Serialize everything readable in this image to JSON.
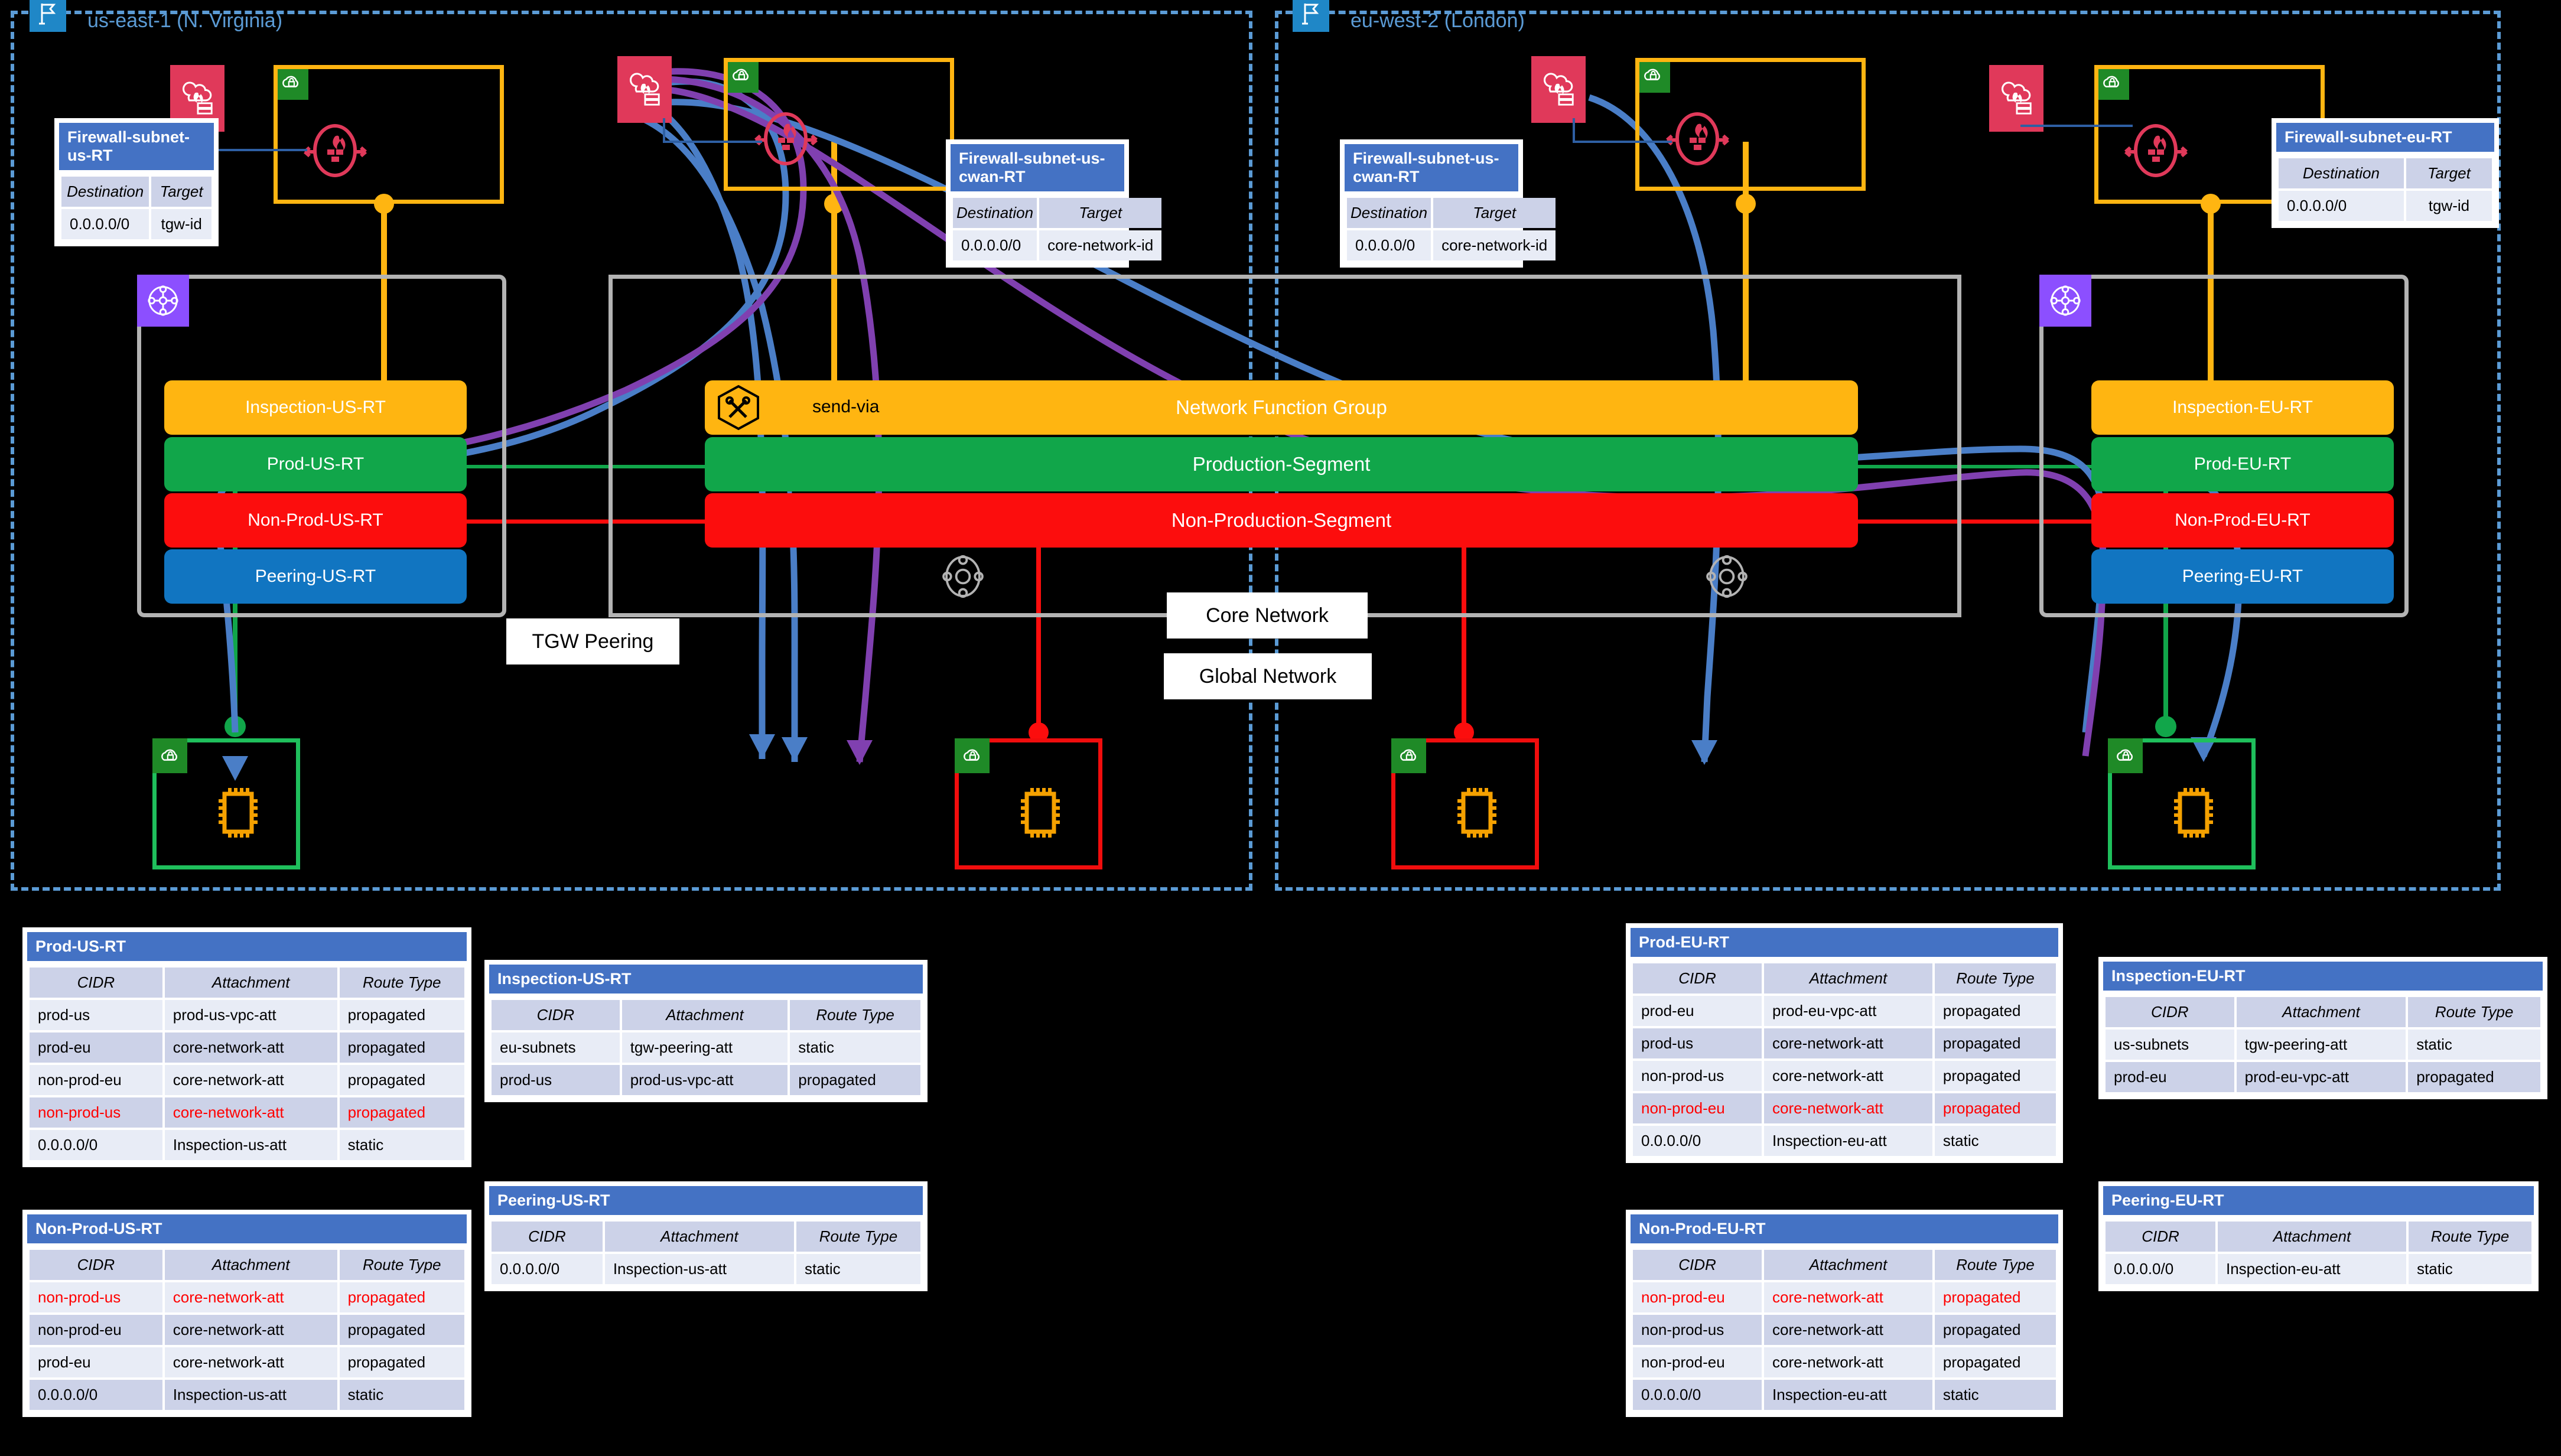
{
  "regions": [
    {
      "name": "us-east-1 (N. Virginia)"
    },
    {
      "name": "eu-west-2 (London)"
    }
  ],
  "labels": {
    "tgw_peering": "TGW Peering",
    "core_network": "Core Network",
    "global_network": "Global Network",
    "send_via": "send-via",
    "network_function_group": "Network Function Group",
    "production_segment": "Production-Segment",
    "non_production_segment": "Non-Production-Segment"
  },
  "tgw_us_route_tables": [
    {
      "label": "Inspection-US-RT",
      "color": "#ffb511"
    },
    {
      "label": "Prod-US-RT",
      "color": "#11a64a"
    },
    {
      "label": "Non-Prod-US-RT",
      "color": "#fc0d0d"
    },
    {
      "label": "Peering-US-RT",
      "color": "#1175c1"
    }
  ],
  "tgw_eu_route_tables": [
    {
      "label": "Inspection-EU-RT",
      "color": "#ffb511"
    },
    {
      "label": "Prod-EU-RT",
      "color": "#11a64a"
    },
    {
      "label": "Non-Prod-EU-RT",
      "color": "#fc0d0d"
    },
    {
      "label": "Peering-EU-RT",
      "color": "#1175c1"
    }
  ],
  "subnet_tables": {
    "fw_us": {
      "title": "Firewall-subnet-us-RT",
      "headers": [
        "Destination",
        "Target"
      ],
      "rows": [
        [
          "0.0.0.0/0",
          "tgw-id"
        ]
      ]
    },
    "fw_us_cwan": {
      "title": "Firewall-subnet-us-cwan-RT",
      "headers": [
        "Destination",
        "Target"
      ],
      "rows": [
        [
          "0.0.0.0/0",
          "core-network-id"
        ]
      ]
    },
    "fw_eu_cwan": {
      "title": "Firewall-subnet-us-cwan-RT",
      "headers": [
        "Destination",
        "Target"
      ],
      "rows": [
        [
          "0.0.0.0/0",
          "core-network-id"
        ]
      ]
    },
    "fw_eu": {
      "title": "Firewall-subnet-eu-RT",
      "headers": [
        "Destination",
        "Target"
      ],
      "rows": [
        [
          "0.0.0.0/0",
          "tgw-id"
        ]
      ]
    }
  },
  "route_tables": {
    "prod_us": {
      "title": "Prod-US-RT",
      "headers": [
        "CIDR",
        "Attachment",
        "Route Type"
      ],
      "rows": [
        {
          "cells": [
            "prod-us",
            "prod-us-vpc-att",
            "propagated"
          ],
          "highlight": false
        },
        {
          "cells": [
            "prod-eu",
            "core-network-att",
            "propagated"
          ],
          "highlight": false
        },
        {
          "cells": [
            "non-prod-eu",
            "core-network-att",
            "propagated"
          ],
          "highlight": false
        },
        {
          "cells": [
            "non-prod-us",
            "core-network-att",
            "propagated"
          ],
          "highlight": true
        },
        {
          "cells": [
            "0.0.0.0/0",
            "Inspection-us-att",
            "static"
          ],
          "highlight": false
        }
      ]
    },
    "non_prod_us": {
      "title": "Non-Prod-US-RT",
      "headers": [
        "CIDR",
        "Attachment",
        "Route Type"
      ],
      "rows": [
        {
          "cells": [
            "non-prod-us",
            "core-network-att",
            "propagated"
          ],
          "highlight": true
        },
        {
          "cells": [
            "non-prod-eu",
            "core-network-att",
            "propagated"
          ],
          "highlight": false
        },
        {
          "cells": [
            "prod-eu",
            "core-network-att",
            "propagated"
          ],
          "highlight": false
        },
        {
          "cells": [
            "0.0.0.0/0",
            "Inspection-us-att",
            "static"
          ],
          "highlight": false
        }
      ]
    },
    "inspection_us": {
      "title": "Inspection-US-RT",
      "headers": [
        "CIDR",
        "Attachment",
        "Route Type"
      ],
      "rows": [
        {
          "cells": [
            "eu-subnets",
            "tgw-peering-att",
            "static"
          ],
          "highlight": false
        },
        {
          "cells": [
            "prod-us",
            "prod-us-vpc-att",
            "propagated"
          ],
          "highlight": false
        }
      ]
    },
    "peering_us": {
      "title": "Peering-US-RT",
      "headers": [
        "CIDR",
        "Attachment",
        "Route Type"
      ],
      "rows": [
        {
          "cells": [
            "0.0.0.0/0",
            "Inspection-us-att",
            "static"
          ],
          "highlight": false
        }
      ]
    },
    "prod_eu": {
      "title": "Prod-EU-RT",
      "headers": [
        "CIDR",
        "Attachment",
        "Route Type"
      ],
      "rows": [
        {
          "cells": [
            "prod-eu",
            "prod-eu-vpc-att",
            "propagated"
          ],
          "highlight": false
        },
        {
          "cells": [
            "prod-us",
            "core-network-att",
            "propagated"
          ],
          "highlight": false
        },
        {
          "cells": [
            "non-prod-us",
            "core-network-att",
            "propagated"
          ],
          "highlight": false
        },
        {
          "cells": [
            "non-prod-eu",
            "core-network-att",
            "propagated"
          ],
          "highlight": true
        },
        {
          "cells": [
            "0.0.0.0/0",
            "Inspection-eu-att",
            "static"
          ],
          "highlight": false
        }
      ]
    },
    "non_prod_eu": {
      "title": "Non-Prod-EU-RT",
      "headers": [
        "CIDR",
        "Attachment",
        "Route Type"
      ],
      "rows": [
        {
          "cells": [
            "non-prod-eu",
            "core-network-att",
            "propagated"
          ],
          "highlight": true
        },
        {
          "cells": [
            "non-prod-us",
            "core-network-att",
            "propagated"
          ],
          "highlight": false
        },
        {
          "cells": [
            "non-prod-eu",
            "core-network-att",
            "propagated"
          ],
          "highlight": false
        },
        {
          "cells": [
            "0.0.0.0/0",
            "Inspection-eu-att",
            "static"
          ],
          "highlight": false
        }
      ]
    },
    "inspection_eu": {
      "title": "Inspection-EU-RT",
      "headers": [
        "CIDR",
        "Attachment",
        "Route Type"
      ],
      "rows": [
        {
          "cells": [
            "us-subnets",
            "tgw-peering-att",
            "static"
          ],
          "highlight": false
        },
        {
          "cells": [
            "prod-eu",
            "prod-eu-vpc-att",
            "propagated"
          ],
          "highlight": false
        }
      ]
    },
    "peering_eu": {
      "title": "Peering-EU-RT",
      "headers": [
        "CIDR",
        "Attachment",
        "Route Type"
      ],
      "rows": [
        {
          "cells": [
            "0.0.0.0/0",
            "Inspection-eu-att",
            "static"
          ],
          "highlight": false
        }
      ]
    }
  },
  "colors": {
    "region_dash": "#5b9bd5",
    "vpc_yellow": "#ffb511",
    "vpc_green": "#1fbf5c",
    "vpc_red": "#f10d0d",
    "firewall_red": "#e0395a",
    "subnet_green": "#1f8a27",
    "tgw_purple": "#8c4fff",
    "table_header": "#4472c4",
    "highlight_red": "#ff0000",
    "flow_blue": "#4a7ec7",
    "flow_purple": "#8040b0"
  }
}
